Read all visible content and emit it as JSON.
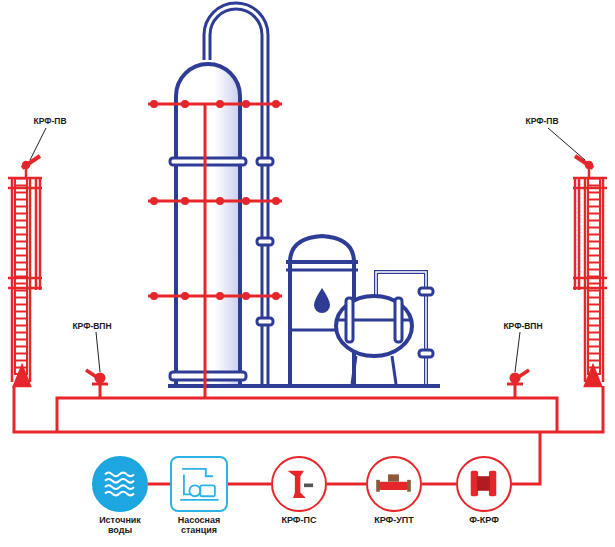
{
  "diagram": {
    "nodes": [
      {
        "text": [
          "Источник воды"
        ]
      },
      {
        "text": [
          "Насосная станция"
        ]
      },
      {
        "text": [
          "КРФ-ПС"
        ]
      },
      {
        "text": [
          "КРФ-УПТ"
        ]
      },
      {
        "text": [
          "Ф-КРФ"
        ]
      }
    ],
    "edges": [
      {
        "from": 0,
        "to": 1,
        "arrow": "none"
      },
      {
        "from": 1,
        "to": 2,
        "arrow": "none"
      },
      {
        "from": 2,
        "to": 3,
        "arrow": "none"
      },
      {
        "from": 3,
        "to": 4,
        "arrow": "none"
      }
    ],
    "labels": [
      "КРФ-ПВ",
      "КРФ-ПВ",
      "КРФ-ВПН",
      "КРФ-ВПН"
    ]
  }
}
